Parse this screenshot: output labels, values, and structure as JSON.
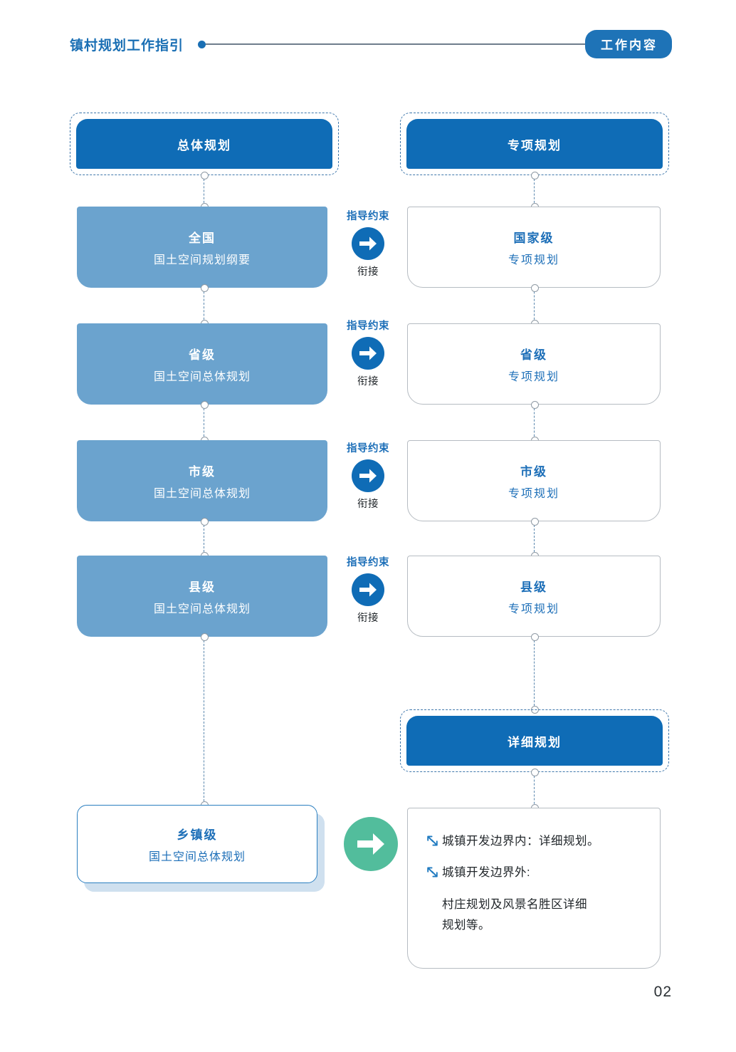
{
  "header": {
    "title": "镇村规划工作指引",
    "badge": "工作内容",
    "dot_color": "#1a6fb4",
    "badge_bg": "#1e73b7"
  },
  "colors": {
    "header_blue": "#0f6cb6",
    "fill_blue": "#6ba3ce",
    "text_blue": "#1d6fb8",
    "dash_blue": "#3f77ab",
    "green": "#52bd9c",
    "outline_gray": "#b6bcc2"
  },
  "columns": {
    "left": {
      "section_title": "总体规划",
      "items": [
        {
          "line1": "全国",
          "line2": "国土空间规划纲要"
        },
        {
          "line1": "省级",
          "line2": "国土空间总体规划"
        },
        {
          "line1": "市级",
          "line2": "国土空间总体规划"
        },
        {
          "line1": "县级",
          "line2": "国土空间总体规划"
        }
      ],
      "township": {
        "line1": "乡镇级",
        "line2": "国土空间总体规划"
      }
    },
    "right": {
      "section_title": "专项规划",
      "items": [
        {
          "line1": "国家级",
          "line2": "专项规划"
        },
        {
          "line1": "省级",
          "line2": "专项规划"
        },
        {
          "line1": "市级",
          "line2": "专项规划"
        },
        {
          "line1": "县级",
          "line2": "专项规划"
        }
      ],
      "detail_section_title": "详细规划",
      "detail_rows": [
        {
          "bullet_icon": "diagonal-double-arrow-icon",
          "text": "城镇开发边界内：详细规划。"
        },
        {
          "bullet_icon": "diagonal-double-arrow-icon",
          "text": "城镇开发边界外:"
        }
      ],
      "detail_sub_lines": [
        "村庄规划及风景名胜区详细",
        "规划等。"
      ]
    }
  },
  "connectors": {
    "arrow_icon": "right-arrow-icon",
    "items": [
      {
        "top_label": "指导约束",
        "bottom_label": "衔接"
      },
      {
        "top_label": "指导约束",
        "bottom_label": "衔接"
      },
      {
        "top_label": "指导约束",
        "bottom_label": "衔接"
      },
      {
        "top_label": "指导约束",
        "bottom_label": "衔接"
      }
    ],
    "green_arrow_icon": "right-arrow-icon"
  },
  "footer": {
    "page_number": "02"
  }
}
